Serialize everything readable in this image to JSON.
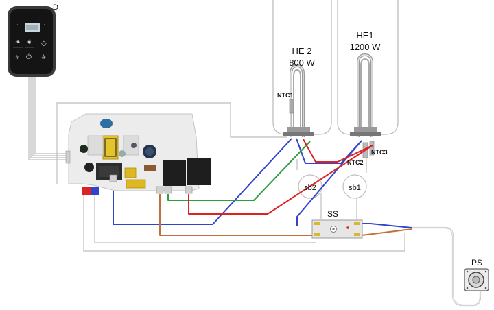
{
  "labels": {
    "display": "D",
    "he2_name": "HE 2",
    "he2_power": "800 W",
    "he1_name": "HE1",
    "he1_power": "1200 W",
    "ntc1": "NTC1",
    "ntc2": "NTC2",
    "ntc3": "NTC3",
    "sb2": "sb2",
    "sb1": "sb1",
    "ss": "SS",
    "ps": "PS"
  },
  "wire_colors": {
    "blue": "#3344cc",
    "green": "#2e9e3e",
    "red": "#dd2222",
    "brown": "#c0703a",
    "gray": "#b8b8b8"
  },
  "display_panel": {
    "icons": [
      "power-icon",
      "hash-icon",
      "diamond-icon",
      "leaf-icon"
    ]
  }
}
